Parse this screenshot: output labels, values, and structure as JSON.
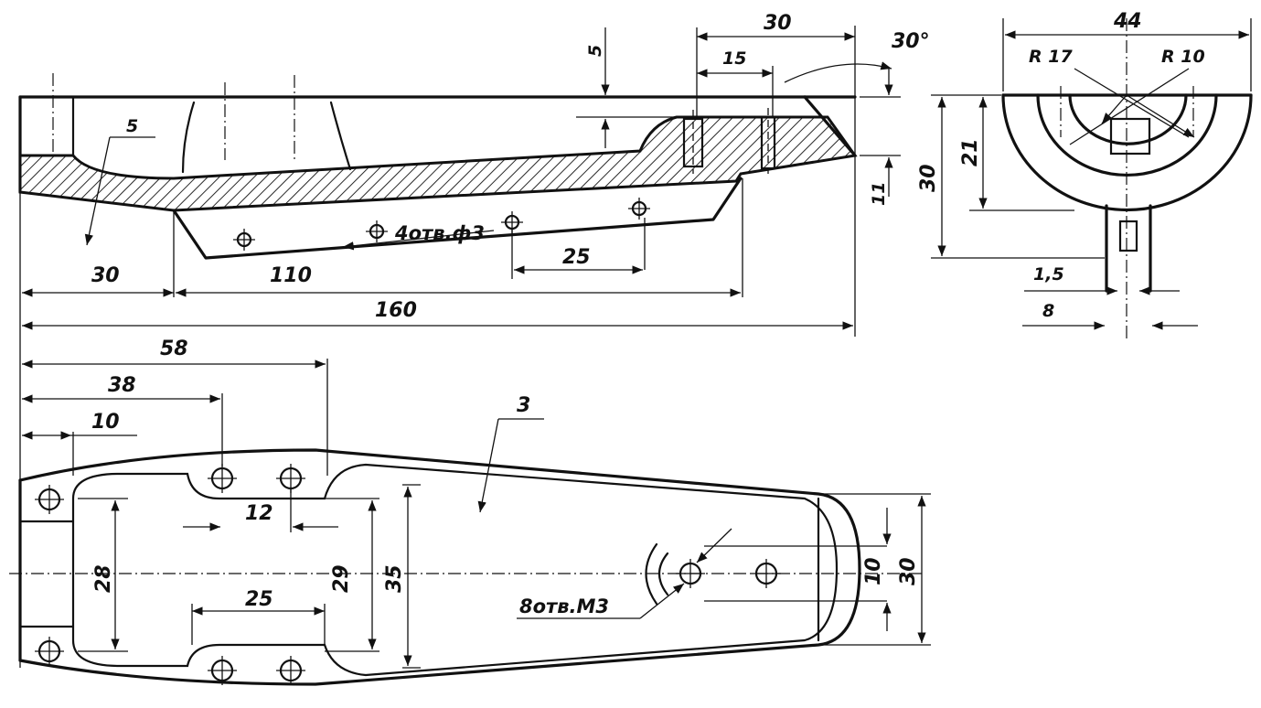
{
  "side_view": {
    "dims": {
      "top_30": "30",
      "top_15": "15",
      "angle": "30°",
      "height_5": "5",
      "height_11": "11",
      "wall_5": "5",
      "holes_note": "4отв.ф3",
      "pitch_25": "25",
      "offset_30": "30",
      "length_110": "110",
      "total_160": "160"
    }
  },
  "end_view": {
    "dims": {
      "width_44": "44",
      "r17": "R 17",
      "r10": "R 10",
      "height_30": "30",
      "height_21": "21",
      "slot_1_5": "1,5",
      "tab_8": "8"
    }
  },
  "plan_view": {
    "dims": {
      "d58": "58",
      "d38": "38",
      "d10": "10",
      "wall_3": "3",
      "d12": "12",
      "d25": "25",
      "d28": "28",
      "d29": "29",
      "d35": "35",
      "tip_10": "10",
      "tip_30": "30",
      "threads_note": "8отв.М3"
    }
  }
}
